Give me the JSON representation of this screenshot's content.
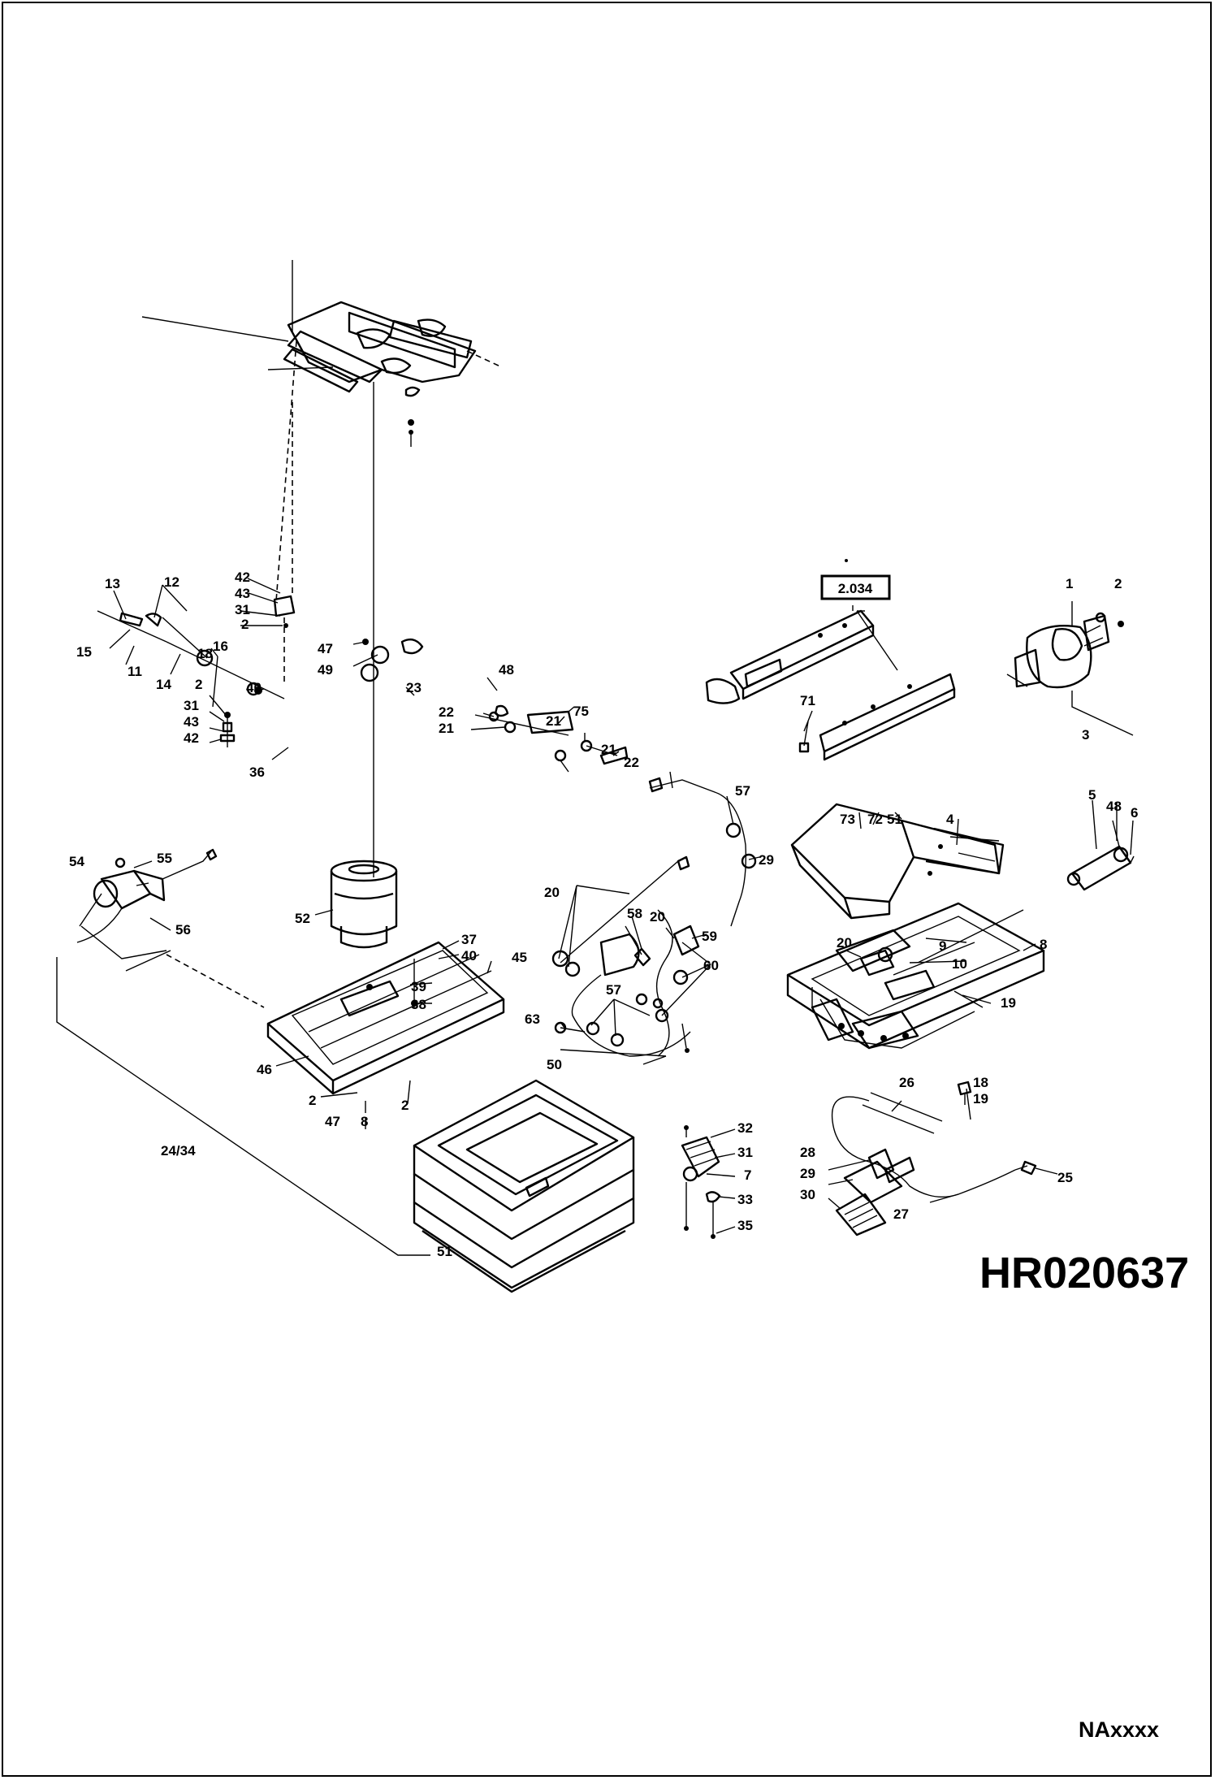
{
  "figure_code": "HR020637",
  "footer_code": "NAxxxx",
  "reference_box": "2.034",
  "callouts": {
    "c1": "1",
    "c2": "2",
    "c3": "3",
    "c4": "4",
    "c5": "5",
    "c6": "6",
    "c7": "7",
    "c8": "8",
    "c9": "9",
    "c10": "10",
    "c11": "11",
    "c12": "12",
    "c13": "13",
    "c14": "14",
    "c15": "15",
    "c16": "16",
    "c18": "18",
    "c19": "19",
    "c20": "20",
    "c21": "21",
    "c22": "22",
    "c23": "23",
    "c24_34": "24/34",
    "c25": "25",
    "c26": "26",
    "c27": "27",
    "c28": "28",
    "c29": "29",
    "c30": "30",
    "c31": "31",
    "c32": "32",
    "c33": "33",
    "c35": "35",
    "c36": "36",
    "c37": "37",
    "c38": "38",
    "c39": "39",
    "c40": "40",
    "c41": "41",
    "c42": "42",
    "c43": "43",
    "c45": "45",
    "c46": "46",
    "c47": "47",
    "c48": "48",
    "c49": "49",
    "c50": "50",
    "c51": "51",
    "c52": "52",
    "c54": "54",
    "c55": "55",
    "c56": "56",
    "c57": "57",
    "c58": "58",
    "c59": "59",
    "c60": "60",
    "c63": "63",
    "c71": "71",
    "c72": "72",
    "c73": "73",
    "c75": "75"
  }
}
